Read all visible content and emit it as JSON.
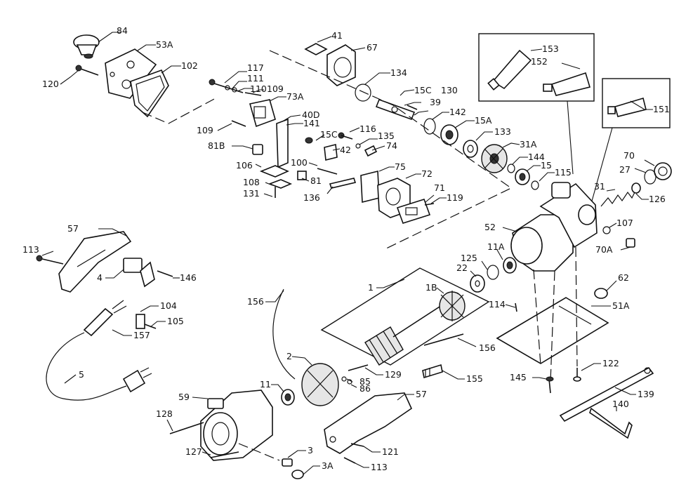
{
  "diagram": {
    "labels": {
      "l84": "84",
      "l53A": "53A",
      "l102": "102",
      "l120": "120",
      "l41": "41",
      "l67": "67",
      "l134": "134",
      "l117": "117",
      "l111": "111",
      "l110": "110",
      "l109a": "109",
      "l73A": "73A",
      "l40D": "40D",
      "l141": "141",
      "l109b": "109",
      "l81B": "81B",
      "l15C_a": "15C",
      "l130": "130",
      "l39": "39",
      "l142": "142",
      "l15A": "15A",
      "l133": "133",
      "l153": "153",
      "l152": "152",
      "l151": "151",
      "l116": "116",
      "l15C_b": "15C",
      "l135": "135",
      "l42": "42",
      "l74": "74",
      "l31A": "31A",
      "l144": "144",
      "l15": "15",
      "l115": "115",
      "l106": "106",
      "l100": "100",
      "l75": "75",
      "l72": "72",
      "l108": "108",
      "l81": "81",
      "l131": "131",
      "l136": "136",
      "l71": "71",
      "l119": "119",
      "l70": "70",
      "l27": "27",
      "l31": "31",
      "l126": "126",
      "l107": "107",
      "l70A": "70A",
      "l52": "52",
      "l11A": "11A",
      "l125": "125",
      "l22": "22",
      "l57a": "57",
      "l113a": "113",
      "l146": "146",
      "l4": "4",
      "l1": "1",
      "l1B": "1B",
      "l114": "114",
      "l62": "62",
      "l51A": "51A",
      "l156a": "156",
      "l156b": "156",
      "l104": "104",
      "l105": "105",
      "l157": "157",
      "l2": "2",
      "l129": "129",
      "l85": "85",
      "l86": "86",
      "l155": "155",
      "l5": "5",
      "l11": "11",
      "l59": "59",
      "l128": "128",
      "l127": "127",
      "l3": "3",
      "l3A": "3A",
      "l57b": "57",
      "l121": "121",
      "l113b": "113",
      "l145": "145",
      "l122": "122",
      "l139": "139",
      "l140": "140"
    }
  }
}
